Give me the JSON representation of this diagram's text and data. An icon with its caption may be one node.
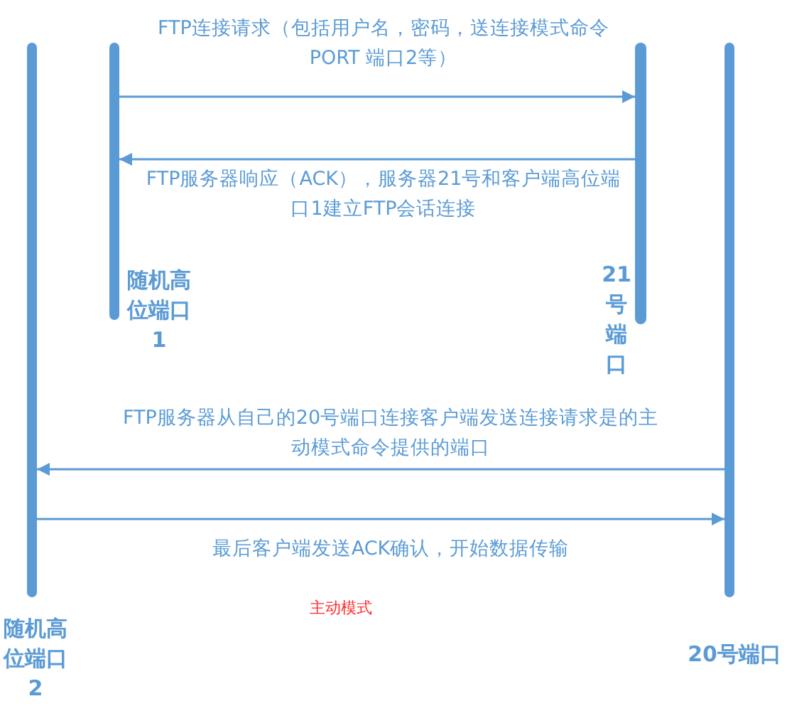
{
  "diagram": {
    "nodes": [
      {
        "text": [
          "随机高位端口2"
        ]
      },
      {
        "text": [
          "随机高位端口1"
        ]
      },
      {
        "text": [
          "21号端口"
        ]
      },
      {
        "text": [
          "20号端口"
        ]
      }
    ],
    "edges": [
      {
        "from": 1,
        "to": 2,
        "arrow": "to",
        "label": "FTP连接请求（包括用户名，密码，送连接模式命令 PORT 端口2等）"
      },
      {
        "from": 2,
        "to": 1,
        "arrow": "to",
        "label": "FTP服务器响应（ACK），服务器21号和客户端高位端口1建立FTP会话连接"
      },
      {
        "from": 3,
        "to": 0,
        "arrow": "to",
        "label": "FTP服务器从自己的20号端口连接客户端发送连接请求是的主动模式命令提供的端口"
      },
      {
        "from": 0,
        "to": 3,
        "arrow": "to",
        "label": "最后客户端发送ACK确认，开始数据传输"
      }
    ],
    "labels": [
      "主动模式"
    ]
  }
}
